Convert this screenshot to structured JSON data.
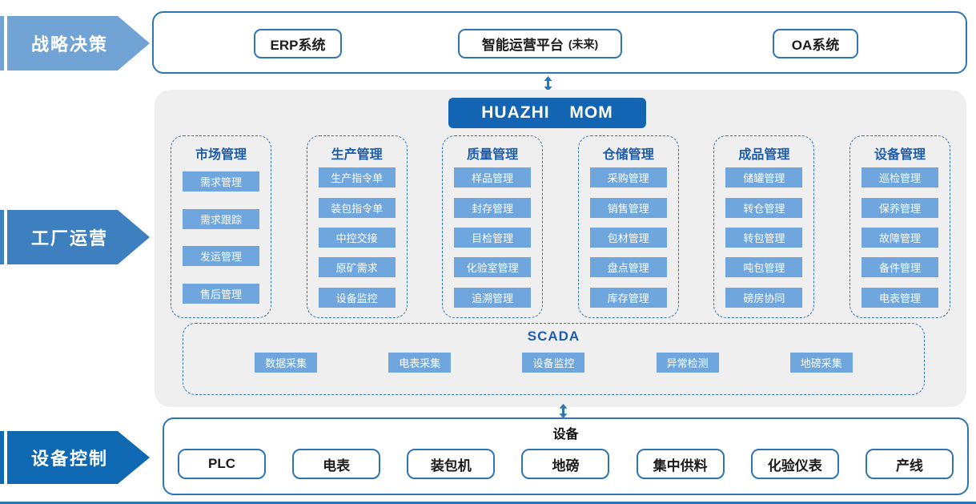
{
  "colors": {
    "accent_border": "#2E75B6",
    "arrow_strategic": "#71A4D4",
    "arrow_operations": "#3D7FBF",
    "arrow_device_control": "#0F68B2",
    "mom_banner": "#1464B4",
    "module_chip": "#6EA6DD",
    "header_text": "#1D5CA8",
    "panel_bg": "#EFEFEF"
  },
  "left_labels": [
    {
      "label": "战略决策"
    },
    {
      "label": "工厂运营"
    },
    {
      "label": "设备控制"
    }
  ],
  "top_panel": {
    "items": [
      {
        "label": "ERP系统"
      },
      {
        "label": "智能运营平台",
        "suffix": "(未来)"
      },
      {
        "label": "OA系统"
      }
    ]
  },
  "mom_title": "HUAZHI MOM",
  "columns": [
    {
      "header": "市场管理",
      "items": [
        "需求管理",
        "需求跟踪",
        "发运管理",
        "售后管理"
      ]
    },
    {
      "header": "生产管理",
      "items": [
        "生产指令单",
        "装包指令单",
        "中控交接",
        "原矿需求",
        "设备监控"
      ]
    },
    {
      "header": "质量管理",
      "items": [
        "样品管理",
        "封存管理",
        "目检管理",
        "化验室管理",
        "追溯管理"
      ]
    },
    {
      "header": "仓储管理",
      "items": [
        "采购管理",
        "销售管理",
        "包材管理",
        "盘点管理",
        "库存管理"
      ]
    },
    {
      "header": "成品管理",
      "items": [
        "储罐管理",
        "转仓管理",
        "转包管理",
        "吨包管理",
        "磅房协同"
      ]
    },
    {
      "header": "设备管理",
      "items": [
        "巡检管理",
        "保养管理",
        "故障管理",
        "备件管理",
        "电表管理"
      ]
    }
  ],
  "scada": {
    "title": "SCADA",
    "items": [
      "数据采集",
      "电表采集",
      "设备监控",
      "异常检测",
      "地磅采集"
    ]
  },
  "device_panel": {
    "title": "设备",
    "items": [
      "PLC",
      "电表",
      "装包机",
      "地磅",
      "集中供料",
      "化验仪表",
      "产线"
    ]
  }
}
